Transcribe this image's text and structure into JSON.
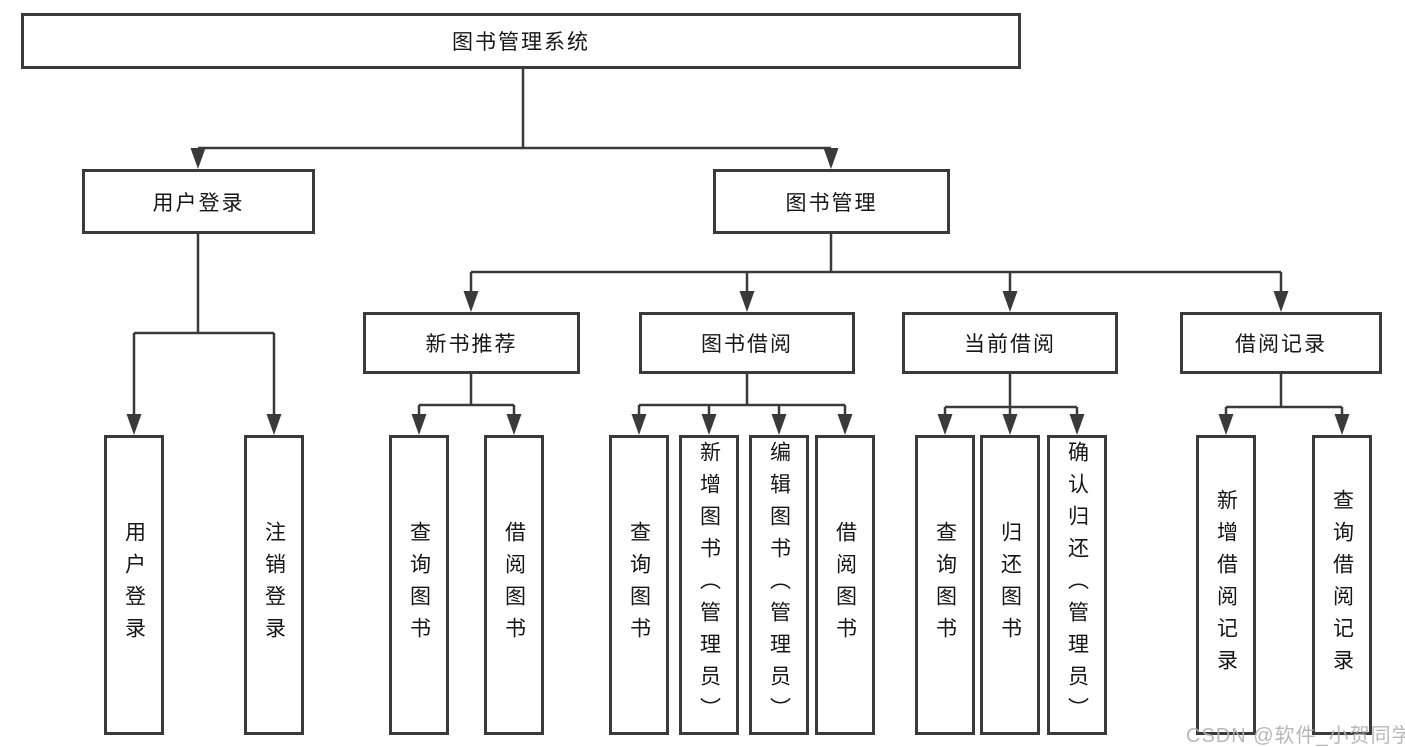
{
  "diagram": {
    "root": {
      "label": "图书管理系统"
    },
    "level1": [
      {
        "label": "用户登录"
      },
      {
        "label": "图书管理"
      }
    ],
    "level2": [
      {
        "label": "新书推荐"
      },
      {
        "label": "图书借阅"
      },
      {
        "label": "当前借阅"
      },
      {
        "label": "借阅记录"
      }
    ],
    "leaves": {
      "login": [
        {
          "label": "用户登录"
        },
        {
          "label": "注销登录"
        }
      ],
      "recommend": [
        {
          "label": "查询图书"
        },
        {
          "label": "借阅图书"
        }
      ],
      "borrow": [
        {
          "label": "查询图书"
        },
        {
          "label": "新增图书（管理员）"
        },
        {
          "label": "编辑图书（管理员）"
        },
        {
          "label": "借阅图书"
        }
      ],
      "current": [
        {
          "label": "查询图书"
        },
        {
          "label": "归还图书"
        },
        {
          "label": "确认归还（管理员）"
        }
      ],
      "records": [
        {
          "label": "新增借阅记录"
        },
        {
          "label": "查询借阅记录"
        }
      ]
    },
    "watermark": "CSDN @软件_小贺同学",
    "colors": {
      "line": "#3a3a3a",
      "box_border": "#3a3a3a",
      "box_fill": "#ffffff",
      "text": "#161616",
      "watermark": "#b2b2b2",
      "background": "#ffffff"
    }
  }
}
